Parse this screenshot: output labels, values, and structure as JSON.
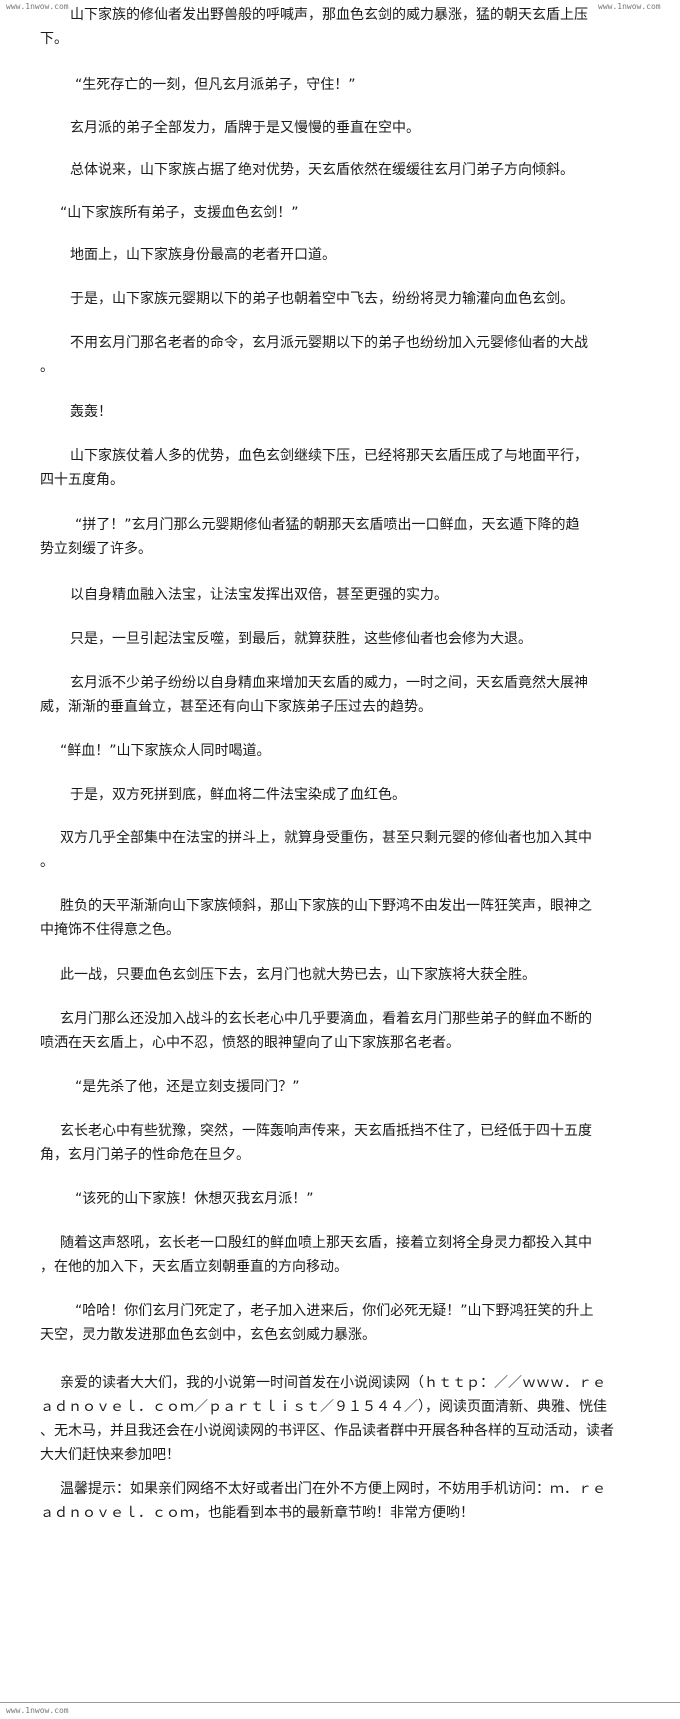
{
  "watermark_top": "www.1nwow.com",
  "watermark_top_right": "www.1nwow.com",
  "watermark_bottom": "www.1nwow.com",
  "paragraphs": [
    [
      "山下家族的修仙者发出野兽般的呼喊声，那血色玄剑的威力暴涨，猛的朝天玄盾上压",
      "下。"
    ],
    [
      "“生死存亡的一刻，但凡玄月派弟子，守住！”"
    ],
    [
      "玄月派的弟子全部发力，盾牌于是又慢慢的垂直在空中。"
    ],
    [
      "总体说来，山下家族占据了绝对优势，天玄盾依然在缓缓往玄月门弟子方向倾斜。"
    ],
    [
      "“山下家族所有弟子，支援血色玄剑！”"
    ],
    [
      "地面上，山下家族身份最高的老者开口道。"
    ],
    [
      "于是，山下家族元婴期以下的弟子也朝着空中飞去，纷纷将灵力输灌向血色玄剑。"
    ],
    [
      "不用玄月门那名老者的命令，玄月派元婴期以下的弟子也纷纷加入元婴修仙者的大战",
      "。"
    ],
    [
      "轰轰！"
    ],
    [
      "山下家族仗着人多的优势，血色玄剑继续下压，已经将那天玄盾压成了与地面平行，",
      "四十五度角。"
    ],
    [
      "“拼了！”玄月门那么元婴期修仙者猛的朝那天玄盾喷出一口鲜血，天玄遁下降的趋",
      "势立刻缓了许多。"
    ],
    [
      "以自身精血融入法宝，让法宝发挥出双倍，甚至更强的实力。"
    ],
    [
      "只是，一旦引起法宝反噬，到最后，就算获胜，这些修仙者也会修为大退。"
    ],
    [
      "玄月派不少弟子纷纷以自身精血来增加天玄盾的威力，一时之间，天玄盾竟然大展神",
      "威，渐渐的垂直耸立，甚至还有向山下家族弟子压过去的趋势。"
    ],
    [
      "“鲜血！”山下家族众人同时喝道。"
    ],
    [
      "于是，双方死拼到底，鲜血将二件法宝染成了血红色。"
    ],
    [
      "双方几乎全部集中在法宝的拼斗上，就算身受重伤，甚至只剩元婴的修仙者也加入其中",
      "。"
    ],
    [
      "胜负的天平渐渐向山下家族倾斜，那山下家族的山下野鸿不由发出一阵狂笑声，眼神之",
      "中掩饰不住得意之色。"
    ],
    [
      "此一战，只要血色玄剑压下去，玄月门也就大势已去，山下家族将大获全胜。"
    ],
    [
      "玄月门那么还没加入战斗的玄长老心中几乎要滴血，看着玄月门那些弟子的鲜血不断的",
      "喷洒在天玄盾上，心中不忍，愤怒的眼神望向了山下家族那名老者。"
    ],
    [
      "“是先杀了他，还是立刻支援同门？”"
    ],
    [
      "玄长老心中有些犹豫，突然，一阵轰响声传来，天玄盾抵挡不住了，已经低于四十五度",
      "角，玄月门弟子的性命危在旦夕。"
    ],
    [
      "“该死的山下家族！休想灭我玄月派！”"
    ],
    [
      "随着这声怒吼，玄长老一口殷红的鲜血喷上那天玄盾，接着立刻将全身灵力都投入其中",
      "，在他的加入下，天玄盾立刻朝垂直的方向移动。"
    ],
    [
      "“哈哈！你们玄月门死定了，老子加入进来后，你们必死无疑！”山下野鸿狂笑的升上",
      "天空，灵力散发进那血色玄剑中，玄色玄剑威力暴涨。"
    ],
    [
      "亲爱的读者大大们，我的小说第一时间首发在小说阅读网（ｈｔｔｐ：／／ｗｗｗ．ｒｅ",
      "ａｄｎｏｖｅｌ．ｃｏｍ／ｐａｒｔｌｉｓｔ／９１５４４／），阅读页面清新、典雅、恍佳",
      "、无木马，并且我还会在小说阅读网的书评区、作品读者群中开展各种各样的互动活动，读者",
      "大大们赶快来参加吧！"
    ],
    [
      "温馨提示：如果亲们网络不太好或者出门在外不方便上网时，不妨用手机访问：ｍ．ｒｅ",
      "ａｄｎｏｖｅｌ．ｃｏｍ，也能看到本书的最新章节哟！非常方便哟！"
    ]
  ]
}
